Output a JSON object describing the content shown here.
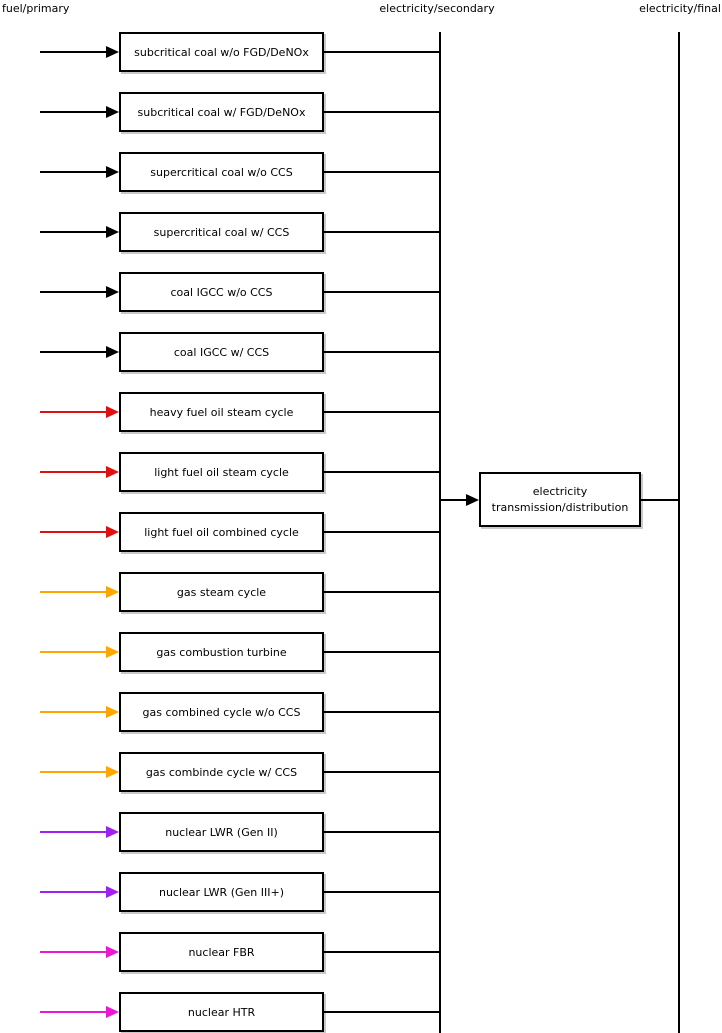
{
  "columns": {
    "primary": "fuel/primary",
    "secondary": "electricity/secondary",
    "final": "electricity/final"
  },
  "colors": {
    "coal": "#000000",
    "oil": "#e01010",
    "gas": "#ffa500",
    "nuclear_lwr": "#a020f0",
    "nuclear_advanced": "#ec17d1",
    "line": "#000000",
    "box_border": "#000000",
    "background": "#ffffff"
  },
  "technologies": [
    {
      "label": "subcritical coal w/o FGD/DeNOx",
      "arrow_color": "#000000"
    },
    {
      "label": "subcritical coal w/ FGD/DeNOx",
      "arrow_color": "#000000"
    },
    {
      "label": "supercritical coal w/o CCS",
      "arrow_color": "#000000"
    },
    {
      "label": "supercritical coal w/ CCS",
      "arrow_color": "#000000"
    },
    {
      "label": "coal IGCC w/o CCS",
      "arrow_color": "#000000"
    },
    {
      "label": "coal IGCC w/ CCS",
      "arrow_color": "#000000"
    },
    {
      "label": "heavy fuel oil steam cycle",
      "arrow_color": "#e01010"
    },
    {
      "label": "light fuel oil steam cycle",
      "arrow_color": "#e01010"
    },
    {
      "label": "light fuel oil combined cycle",
      "arrow_color": "#e01010"
    },
    {
      "label": "gas steam cycle",
      "arrow_color": "#ffa500"
    },
    {
      "label": "gas combustion turbine",
      "arrow_color": "#ffa500"
    },
    {
      "label": "gas combined cycle w/o CCS",
      "arrow_color": "#ffa500"
    },
    {
      "label": "gas combinde cycle w/ CCS",
      "arrow_color": "#ffa500"
    },
    {
      "label": "nuclear LWR (Gen II)",
      "arrow_color": "#a020f0"
    },
    {
      "label": "nuclear LWR (Gen III+)",
      "arrow_color": "#a020f0"
    },
    {
      "label": "nuclear FBR",
      "arrow_color": "#ec17d1"
    },
    {
      "label": "nuclear HTR",
      "arrow_color": "#ec17d1"
    }
  ],
  "hub": {
    "label": "electricity transmission/distribution"
  }
}
